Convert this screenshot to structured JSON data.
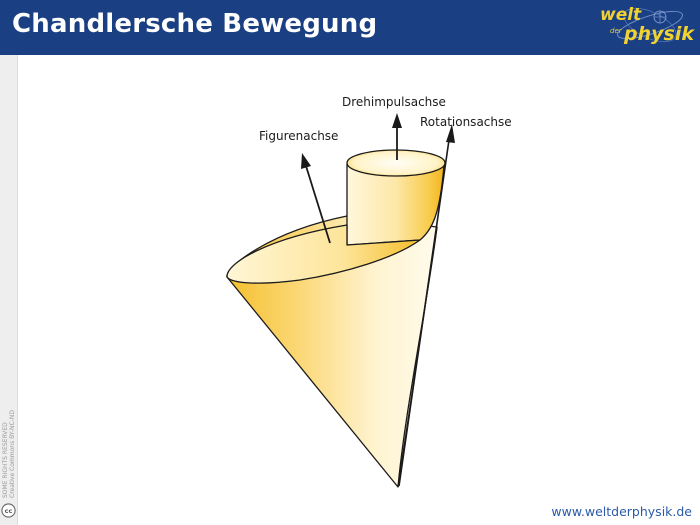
{
  "header": {
    "title": "Chandlersche Bewegung",
    "logo": {
      "word_welt": "welt",
      "word_der": "der",
      "word_physik": "physik",
      "icon": "orbit-swoosh-icon"
    }
  },
  "diagram": {
    "labels": {
      "figure_axis": "Figurenachse",
      "angular_momentum_axis": "Drehimpulsachse",
      "rotation_axis": "Rotationsachse"
    }
  },
  "sidebar": {
    "license_line1": "SOME RIGHTS RESERVED",
    "license_line2": "Creative Commons BY-NC-ND",
    "icon": "creative-commons-icon"
  },
  "footer": {
    "url": "www.weltderphysik.de"
  },
  "colors": {
    "header_bg": "#1a3f82",
    "logo_yellow": "#f2d230",
    "cone_gold": "#f6c238",
    "cone_light": "#fff8dc",
    "link_blue": "#2a5aa8"
  }
}
